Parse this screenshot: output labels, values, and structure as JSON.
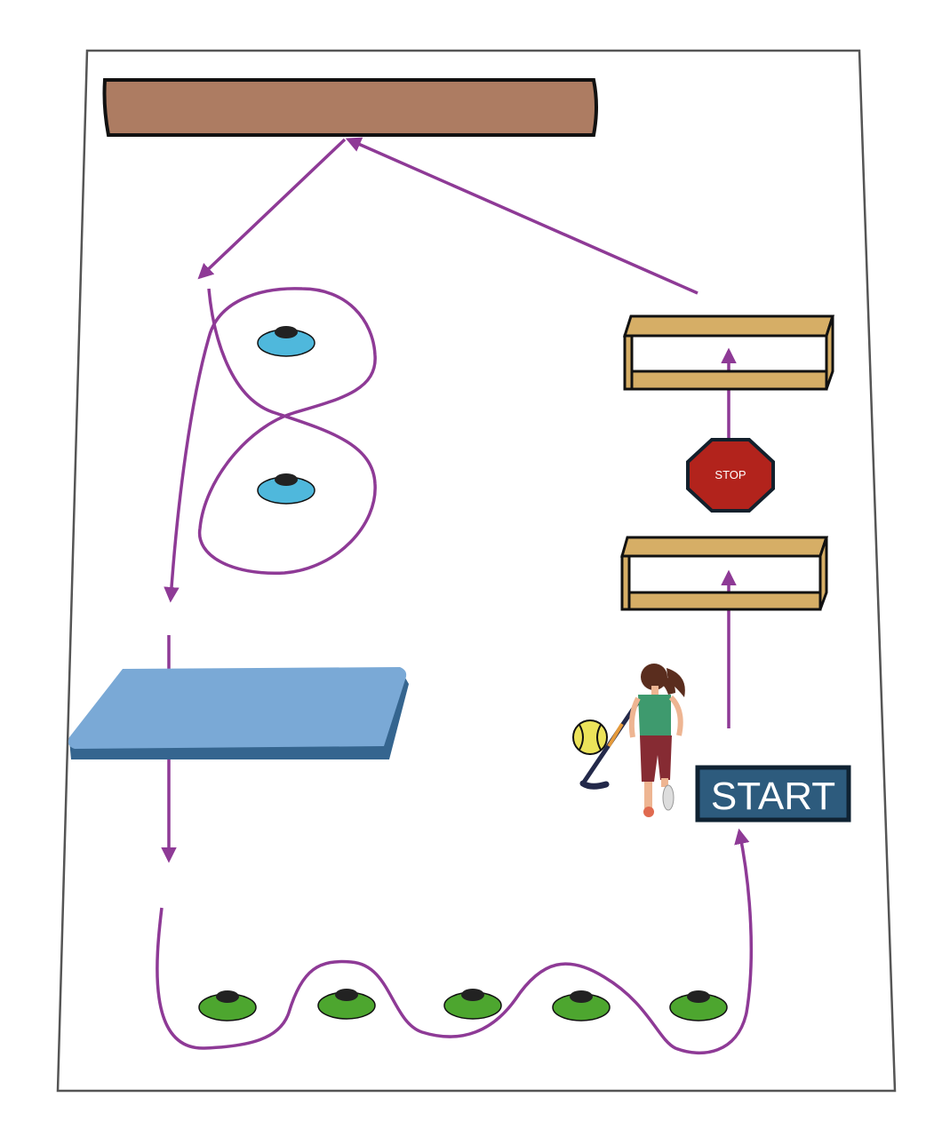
{
  "stop_sign": {
    "label": "STOP"
  },
  "start_box": {
    "label": "START"
  },
  "colors": {
    "path": "#8e3a96",
    "bench": "#ad7c62",
    "hurdle": "#d6ae66",
    "stop": "#b2231c",
    "start_bg": "#2d5b7d",
    "start_border": "#0f2232",
    "mat_top": "#7aa9d6",
    "mat_side": "#35658f",
    "cone_blue": "#4fb8dc",
    "cone_green": "#4da62f"
  },
  "icons": [
    "bench",
    "cone",
    "hurdle",
    "stop-sign",
    "mat",
    "player-with-hockey-stick",
    "ball"
  ]
}
